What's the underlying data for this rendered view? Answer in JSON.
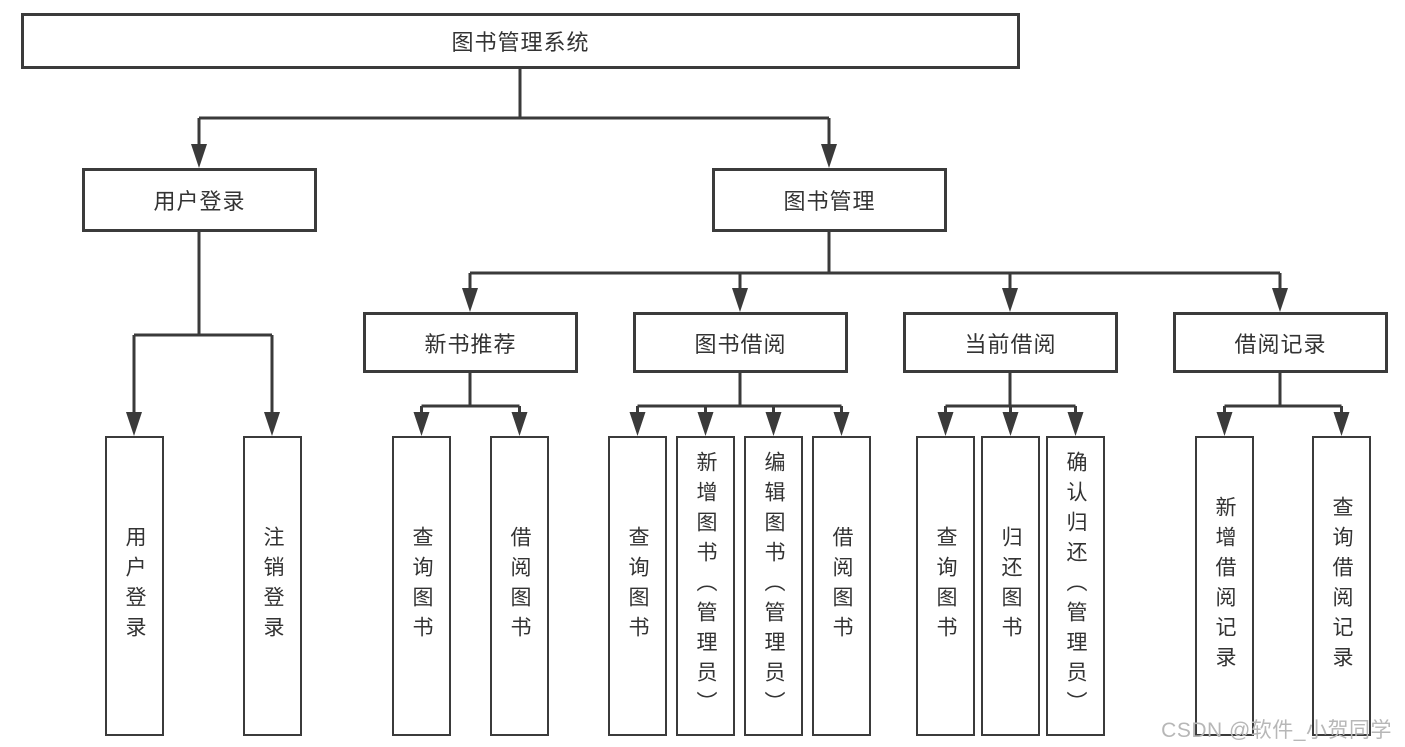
{
  "tree": {
    "label": "图书管理系统",
    "children": [
      {
        "label": "用户登录",
        "children": [
          {
            "label": "用户登录"
          },
          {
            "label": "注销登录"
          }
        ]
      },
      {
        "label": "图书管理",
        "children": [
          {
            "label": "新书推荐",
            "children": [
              {
                "label": "查询图书"
              },
              {
                "label": "借阅图书"
              }
            ]
          },
          {
            "label": "图书借阅",
            "children": [
              {
                "label": "查询图书"
              },
              {
                "label": "新增图书（管理员）"
              },
              {
                "label": "编辑图书（管理员）"
              },
              {
                "label": "借阅图书"
              }
            ]
          },
          {
            "label": "当前借阅",
            "children": [
              {
                "label": "查询图书"
              },
              {
                "label": "归还图书"
              },
              {
                "label": "确认归还（管理员）"
              }
            ]
          },
          {
            "label": "借阅记录",
            "children": [
              {
                "label": "新增借阅记录"
              },
              {
                "label": "查询借阅记录"
              }
            ]
          }
        ]
      }
    ]
  },
  "watermark": {
    "text": "CSDN @软件_小贺同学"
  },
  "colors": {
    "line": "#3a3a3a",
    "border": "#3b3b3b",
    "text": "#333333",
    "watermark": "#b7b7b7",
    "bg": "#ffffff"
  }
}
